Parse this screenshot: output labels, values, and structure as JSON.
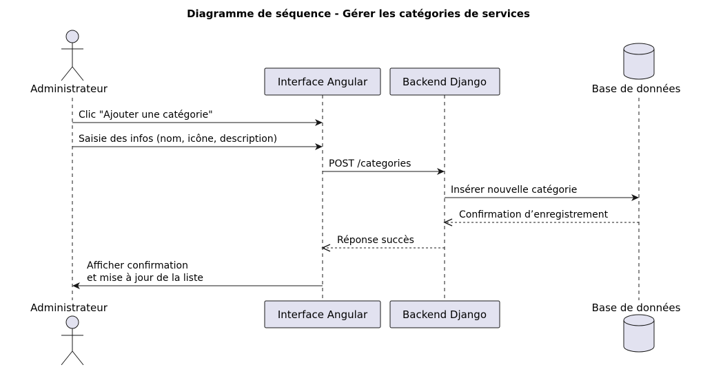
{
  "title": "Diagramme de séquence - Gérer les catégories de services",
  "participants": {
    "admin": "Administrateur",
    "angular": "Interface Angular",
    "django": "Backend Django",
    "db": "Base de données"
  },
  "messages": [
    {
      "from": "admin",
      "to": "angular",
      "lines": [
        "Clic \"Ajouter une catégorie\""
      ],
      "style": "solid"
    },
    {
      "from": "admin",
      "to": "angular",
      "lines": [
        "Saisie des infos (nom, icône, description)"
      ],
      "style": "solid"
    },
    {
      "from": "angular",
      "to": "django",
      "lines": [
        "POST /categories"
      ],
      "style": "solid"
    },
    {
      "from": "django",
      "to": "db",
      "lines": [
        "Insérer nouvelle catégorie"
      ],
      "style": "solid"
    },
    {
      "from": "db",
      "to": "django",
      "lines": [
        "Confirmation d’enregistrement"
      ],
      "style": "dashed"
    },
    {
      "from": "django",
      "to": "angular",
      "lines": [
        "Réponse succès"
      ],
      "style": "dashed"
    },
    {
      "from": "angular",
      "to": "admin",
      "lines": [
        "Afficher confirmation",
        "et mise à jour de la liste"
      ],
      "style": "solid"
    }
  ]
}
